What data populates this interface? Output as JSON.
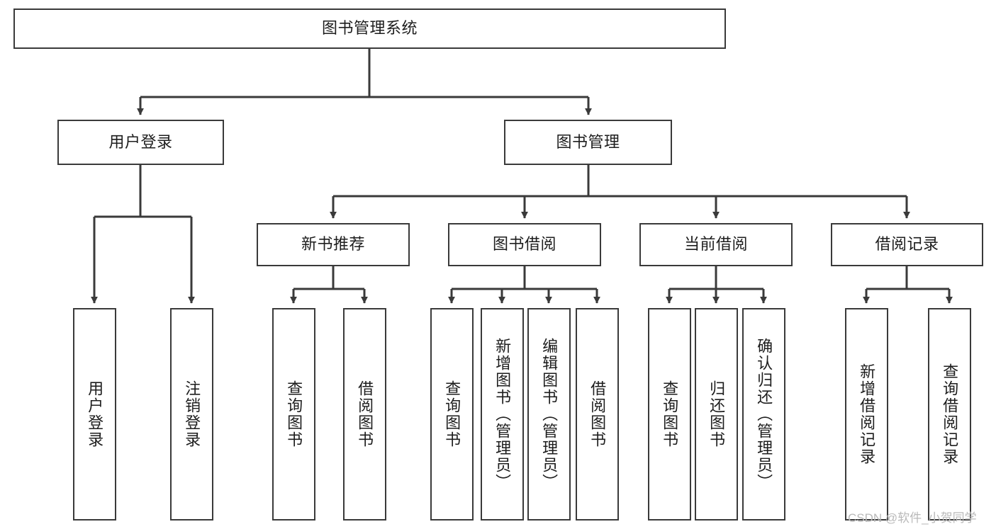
{
  "diagram": {
    "type": "tree",
    "title": "图书管理系统",
    "root": {
      "id": "root",
      "label": "图书管理系统"
    },
    "level2": [
      {
        "id": "user-login",
        "label": "用户登录"
      },
      {
        "id": "book-manage",
        "label": "图书管理"
      }
    ],
    "level3": [
      {
        "id": "new-book-recommend",
        "label": "新书推荐"
      },
      {
        "id": "book-borrow",
        "label": "图书借阅"
      },
      {
        "id": "current-borrow",
        "label": "当前借阅"
      },
      {
        "id": "borrow-record",
        "label": "借阅记录"
      }
    ],
    "leaves": {
      "user_login": [
        {
          "id": "leaf-user-login",
          "label": "用户登录"
        },
        {
          "id": "leaf-logout-login",
          "label": "注销登录"
        }
      ],
      "new_book_recommend": [
        {
          "id": "leaf-query-book-1",
          "label": "查询图书"
        },
        {
          "id": "leaf-borrow-book-1",
          "label": "借阅图书"
        }
      ],
      "book_borrow": [
        {
          "id": "leaf-query-book-2",
          "label": "查询图书"
        },
        {
          "id": "leaf-add-book",
          "label": "新增图书（管理员）"
        },
        {
          "id": "leaf-edit-book",
          "label": "编辑图书（管理员）"
        },
        {
          "id": "leaf-borrow-book-2",
          "label": "借阅图书"
        }
      ],
      "current_borrow": [
        {
          "id": "leaf-query-book-3",
          "label": "查询图书"
        },
        {
          "id": "leaf-return-book",
          "label": "归还图书"
        },
        {
          "id": "leaf-confirm-return",
          "label": "确认归还（管理员）"
        }
      ],
      "borrow_record": [
        {
          "id": "leaf-add-record",
          "label": "新增借阅记录"
        },
        {
          "id": "leaf-query-record",
          "label": "查询借阅记录"
        }
      ]
    }
  },
  "watermark": {
    "text": "CSDN @软件_小贺同学"
  },
  "colors": {
    "box_border": "#3a3a3a",
    "box_fill": "#ffffff",
    "text": "#1d1d1d",
    "edge": "#3a3a3a",
    "watermark": "#b9b9b9",
    "background": "#ffffff"
  }
}
